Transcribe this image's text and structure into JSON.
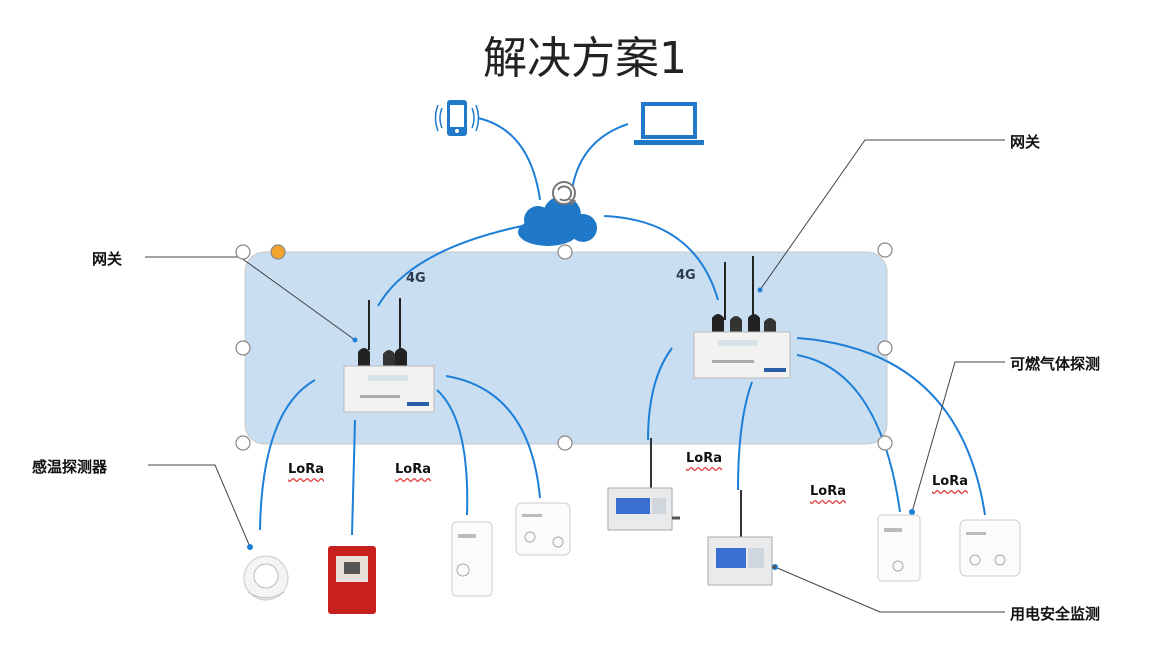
{
  "diagram": {
    "title": "解决方案1",
    "callouts": {
      "gateway_left": "网关",
      "gateway_right": "网关",
      "heat_detector": "感温探测器",
      "gas_detector": "可燃气体探测",
      "power_monitor": "用电安全监测"
    },
    "network_labels": {
      "left_4g": "4G",
      "right_4g": "4G"
    },
    "lora_labels": [
      "LoRa",
      "LoRa",
      "LoRa",
      "LoRa",
      "LoRa"
    ],
    "colors": {
      "connector": "#1e7fd8",
      "cloud": "#1f78c8",
      "region_fill": "#c9def1",
      "region_stroke": "#c8c8c8",
      "leader_line": "#444444",
      "orange_handle": "#f2a52c",
      "alarm_red": "#c8201e"
    },
    "icons": [
      "smartphone-icon",
      "laptop-icon",
      "cloud-icon",
      "sync-icon"
    ]
  }
}
